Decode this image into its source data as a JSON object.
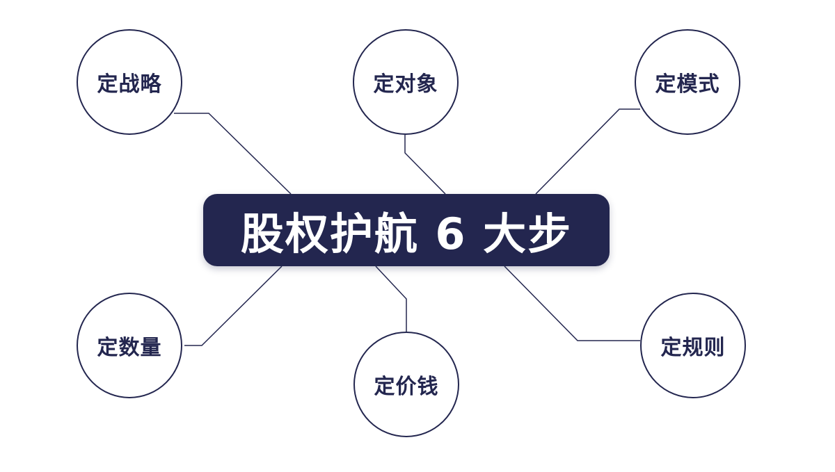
{
  "colors": {
    "primary": "#23264f",
    "background": "#ffffff",
    "center_text": "#ffffff"
  },
  "center": {
    "title": "股权护航 6 大步"
  },
  "steps": [
    {
      "label": "定战略"
    },
    {
      "label": "定对象"
    },
    {
      "label": "定模式"
    },
    {
      "label": "定数量"
    },
    {
      "label": "定价钱"
    },
    {
      "label": "定规则"
    }
  ]
}
